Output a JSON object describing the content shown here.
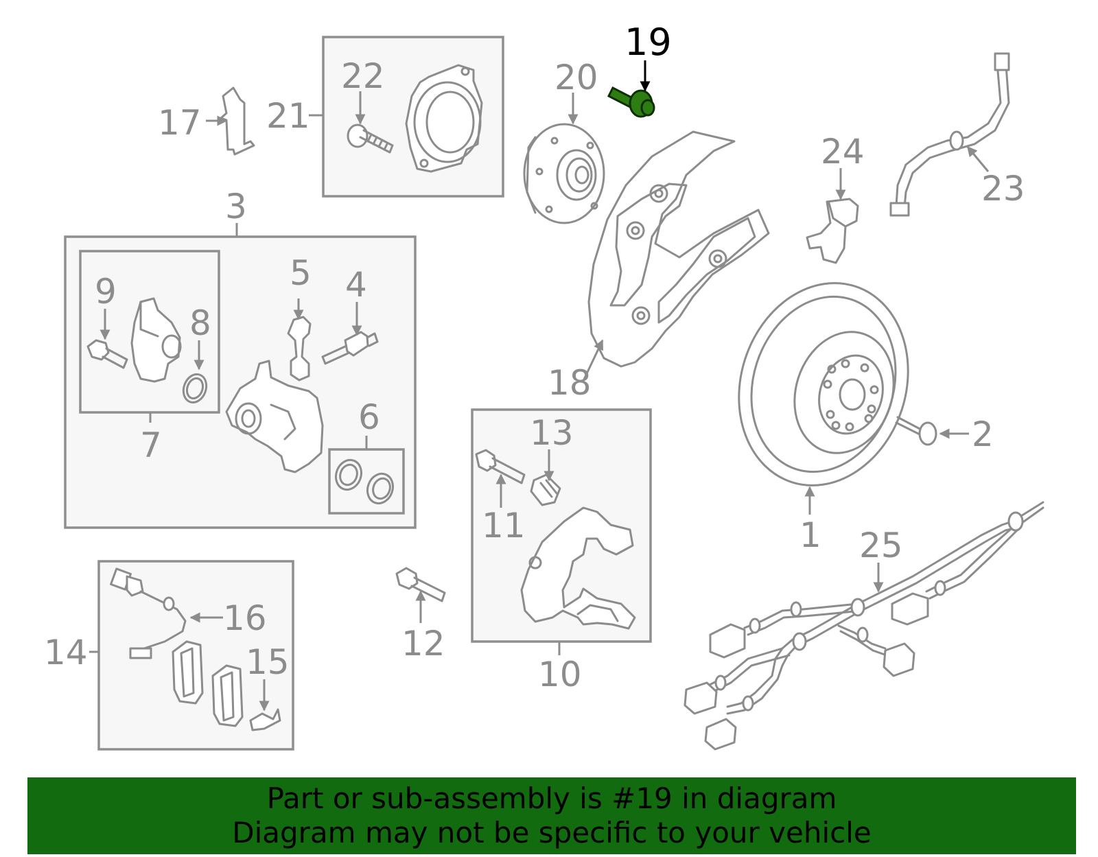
{
  "diagram": {
    "highlighted_part": "19",
    "highlight_color": "#2e7d12",
    "line_color": "#8c8c8c",
    "callouts": {
      "c1": "1",
      "c2": "2",
      "c3": "3",
      "c4": "4",
      "c5": "5",
      "c6": "6",
      "c7": "7",
      "c8": "8",
      "c9": "9",
      "c10": "10",
      "c11": "11",
      "c12": "12",
      "c13": "13",
      "c14": "14",
      "c15": "15",
      "c16": "16",
      "c17": "17",
      "c18": "18",
      "c19": "19",
      "c20": "20",
      "c21": "21",
      "c22": "22",
      "c23": "23",
      "c24": "24",
      "c25": "25"
    }
  },
  "footer": {
    "background": "#126b0e",
    "line1": "Part or sub-assembly is #19 in diagram",
    "line2": "Diagram may not be specific to your vehicle"
  }
}
